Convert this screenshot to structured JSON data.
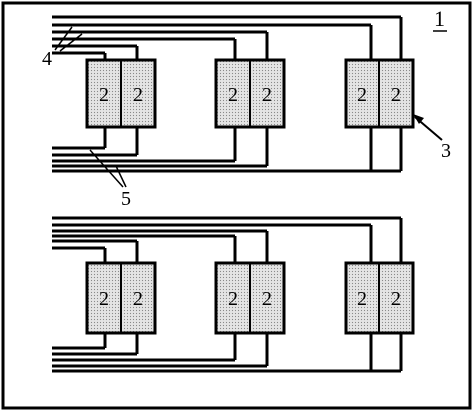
{
  "figure": {
    "number": "1",
    "labels": {
      "upper_wires": "4",
      "lower_wires": "5",
      "frame": "3"
    },
    "module_glyph": "2",
    "groups": [
      {
        "modules": [
          {
            "cells": [
              "2",
              "2"
            ]
          },
          {
            "cells": [
              "2",
              "2"
            ]
          },
          {
            "cells": [
              "2",
              "2"
            ]
          }
        ]
      },
      {
        "modules": [
          {
            "cells": [
              "2",
              "2"
            ]
          },
          {
            "cells": [
              "2",
              "2"
            ]
          },
          {
            "cells": [
              "2",
              "2"
            ]
          }
        ]
      }
    ],
    "colors": {
      "line": "#000000",
      "module_fill": "#d6d6d6",
      "background": "#ffffff"
    }
  }
}
